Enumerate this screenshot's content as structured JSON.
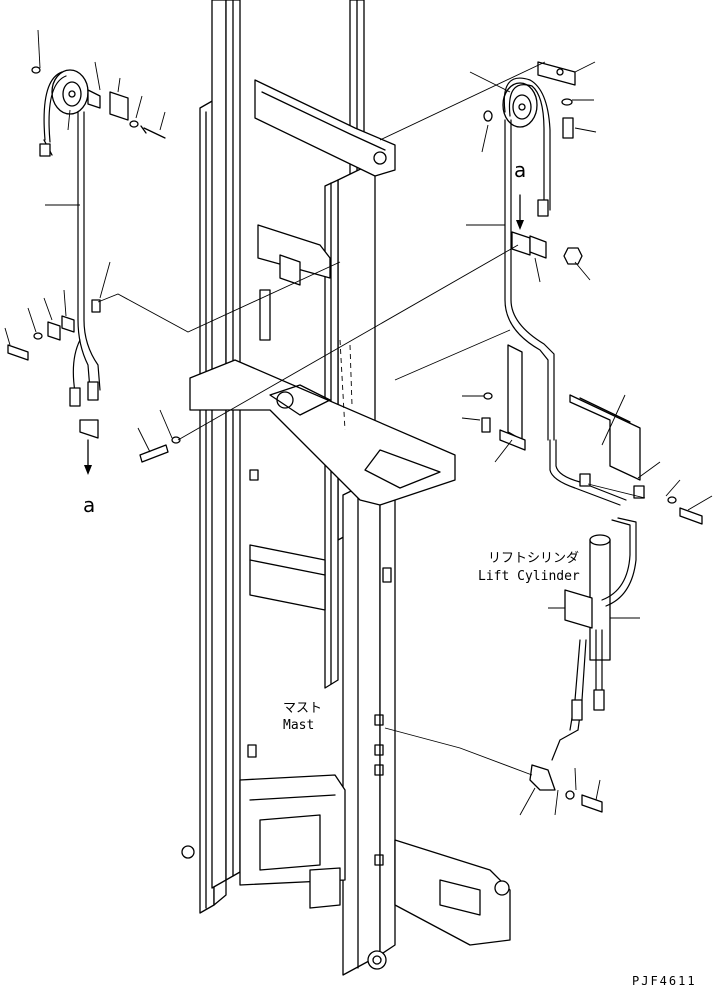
{
  "labels": {
    "lift_cylinder_jp": "リフトシリンダ",
    "lift_cylinder_en": "Lift Cylinder",
    "mast_jp": "マスト",
    "mast_en": "Mast",
    "callout_left": "a",
    "callout_right": "a",
    "drawing_code": "PJF4611"
  }
}
